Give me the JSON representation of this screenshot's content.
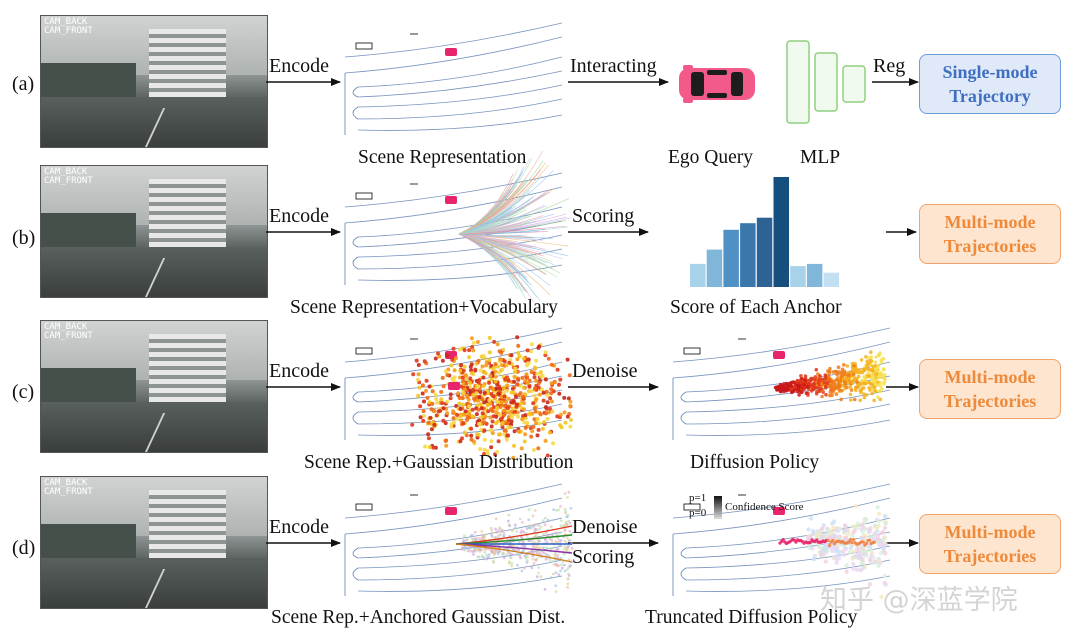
{
  "row_labels": [
    "(a)",
    "(b)",
    "(c)",
    "(d)"
  ],
  "camera_text": {
    "line1": "CAM_BACK",
    "line2": "CAM_FRONT"
  },
  "arrows": {
    "encode": "Encode",
    "interacting": "Interacting",
    "reg": "Reg",
    "scoring": "Scoring",
    "denoise": "Denoise"
  },
  "captions": {
    "a_scene": "Scene Representation",
    "a_ego": "Ego Query",
    "a_mlp": "MLP",
    "b_scene": "Scene Representation+Vocabulary",
    "b_score": "Score of Each Anchor",
    "c_scene": "Scene Rep.+Gaussian Distribution",
    "c_policy": "Diffusion Policy",
    "d_scene": "Scene Rep.+Anchored Gaussian Dist.",
    "d_policy": "Truncated Diffusion Policy"
  },
  "outputs": {
    "single": [
      "Single-mode",
      "Trajectory"
    ],
    "multi": [
      "Multi-mode",
      "Trajectories"
    ]
  },
  "legend": {
    "p1": "p=1",
    "p0": "p=0",
    "title": "Confidence Score"
  },
  "watermark": "知乎 @深蓝学院",
  "colors": {
    "single_box_text": "#3f6fc0",
    "multi_box_text": "#ee8a3a",
    "ego_car": "#f25a8a",
    "mlp_green": "#8fcf7f",
    "histogram": [
      "#a8d1ea",
      "#7fb6da",
      "#4f91c4",
      "#3a78ac",
      "#2d6394",
      "#164e7e",
      "#a8d1ea",
      "#7fb6da",
      "#c3e0f2"
    ]
  },
  "histogram": [
    0.21,
    0.34,
    0.52,
    0.58,
    0.63,
    1.0,
    0.19,
    0.21,
    0.13
  ]
}
